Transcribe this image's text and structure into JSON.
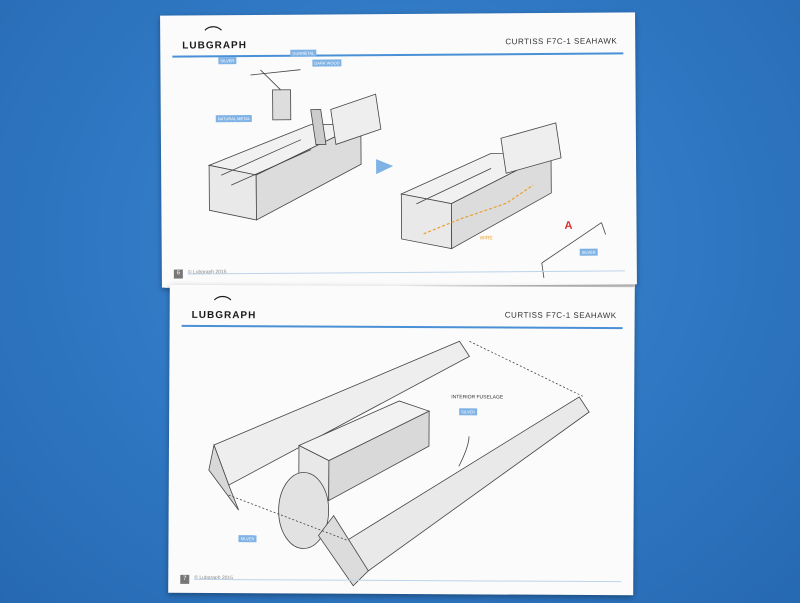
{
  "top_page": {
    "logo_text": "LUBGRAPH",
    "title": "CURTISS F7C-1 SEAHAWK",
    "page_number": "6",
    "copyright": "© Lubgraph 2015",
    "tags": [
      "SILVER",
      "GUNMETAL",
      "DARK WOOD",
      "NATURAL METAL",
      "SILVER"
    ],
    "wire_label": "WIRE",
    "part_letter": "A"
  },
  "bottom_page": {
    "logo_text": "LUBGRAPH",
    "title": "CURTISS F7C-1 SEAHAWK",
    "page_number": "7",
    "copyright": "© Lubgraph 2015",
    "interior_label": "INTERIOR FUSELAGE",
    "interior_tag": "SILVER",
    "silver_tag": "SILVER"
  },
  "colors": {
    "background": "#2f77c2",
    "accent": "#4a90d6",
    "tag": "#7fb2e5",
    "wire": "#e8a030",
    "part_letter": "#d9302a"
  }
}
